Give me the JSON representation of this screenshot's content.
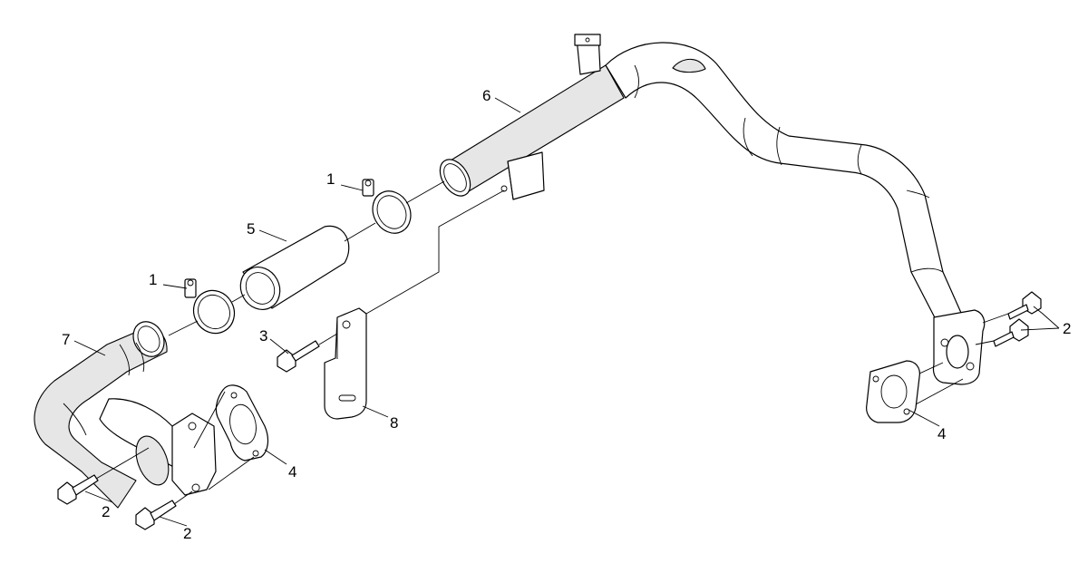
{
  "callouts": [
    {
      "id": "c1a",
      "label": "1"
    },
    {
      "id": "c1b",
      "label": "1"
    },
    {
      "id": "c2a",
      "label": "2"
    },
    {
      "id": "c2b",
      "label": "2"
    },
    {
      "id": "c2c",
      "label": "2"
    },
    {
      "id": "c3",
      "label": "3"
    },
    {
      "id": "c4a",
      "label": "4"
    },
    {
      "id": "c4b",
      "label": "4"
    },
    {
      "id": "c5",
      "label": "5"
    },
    {
      "id": "c6",
      "label": "6"
    },
    {
      "id": "c7",
      "label": "7"
    },
    {
      "id": "c8",
      "label": "8"
    }
  ]
}
